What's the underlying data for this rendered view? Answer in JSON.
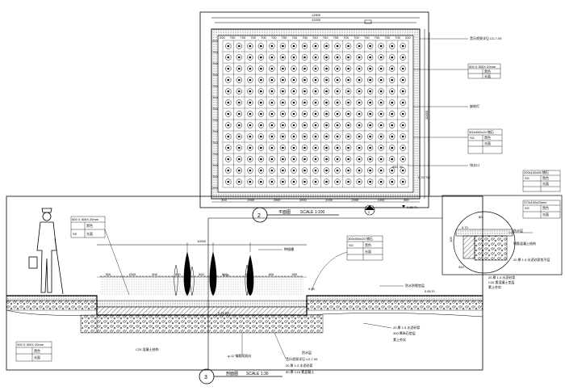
{
  "plan": {
    "width_dim_outer": "12800",
    "width_dim_inner": "12000",
    "height_dim_right": "10000",
    "height_dim_right_inner": "9600",
    "top_spacing_labels": [
      "200",
      "700",
      "700",
      "700",
      "700",
      "700",
      "700",
      "700",
      "700",
      "700",
      "700",
      "700",
      "700",
      "700",
      "700",
      "700",
      "700",
      "700",
      "200"
    ],
    "left_spacing_labels": [
      "200",
      "700",
      "700",
      "700",
      "700",
      "700",
      "700",
      "700",
      "700",
      "700",
      "700",
      "700",
      "700",
      "200"
    ],
    "bottom_dims": [
      "300",
      "2000",
      "2000",
      "2000",
      "2000",
      "2000",
      "1000",
      "300"
    ],
    "callout_fountain": "音乐喷泉详见 LD-7.09",
    "callout_fountain_tiny": "φ 19",
    "callout_left_tiny": "φ 12",
    "callout_stone_size": "500 X 500X 20mm",
    "callout_stone_rows": [
      [
        "",
        "黑色"
      ],
      [
        "",
        "光面"
      ]
    ],
    "callout_lamp": "嵌地灯",
    "callout_drain_table_title": "300x500x20 铺石",
    "callout_drain_rows": [
      [
        "SG",
        "黑色"
      ],
      [
        "",
        "光面"
      ]
    ],
    "callout_drain_label": "排水口",
    "marker_ffl_1": "0.70 TW",
    "marker_ffl_2": "0.65 FL",
    "marker_dim_plan": "850, 50",
    "marker_dim_plan_2": "0.75 TW",
    "marker_dim_plan_3": "0.65 FL",
    "center_marker": "2",
    "plan_title": "平面图",
    "plan_scale": "SCALE 1:100",
    "plan_number": "2"
  },
  "detail": {
    "table_title": "200x100x50 铺石",
    "rows": [
      [
        "SG",
        "黑色"
      ],
      [
        "",
        "光面"
      ]
    ],
    "size_label": "370x100x20mm",
    "size_rows": [
      [
        "SG",
        "黑色"
      ],
      [
        "",
        "光面"
      ]
    ],
    "level_top": "0.70",
    "level_dim": "100",
    "level_dim_2": "80",
    "level_dim_3": "300",
    "note_1": "防水层",
    "note_2": "20 厚 1:3 水泥砂浆",
    "note_3": "素土夯实",
    "note_4": "钢筋混凝土结构",
    "note_5": "20 厚 1:3 水泥砂浆找平层",
    "note_6": "C20 素混凝土垫层"
  },
  "section": {
    "stone_size_left": "500 X 500X 20mm",
    "stone_rows_left": [
      [
        "",
        "黑色"
      ],
      [
        "SK",
        "光面"
      ]
    ],
    "dim_top": "10000",
    "dim_sub": [
      "300",
      "1500",
      "500",
      "500",
      "500",
      "500",
      "500",
      "800",
      "300"
    ],
    "label_plant": "种植槽",
    "table_mid_title": "300x500x20 铺石",
    "table_mid_rows": [
      [
        "SG",
        "黑色"
      ],
      [
        "",
        "光面"
      ]
    ],
    "level_plant": "0.55",
    "level_bottom": "0.25 BP",
    "level_right_top": "0.55",
    "level_right": "0.65 FL",
    "callout_right_top": "防水防裂垫层",
    "callout_right_1": "20 厚 1:3 水泥砂浆",
    "callout_right_2": "300 厚碎石垫层",
    "callout_right_3": "素土夯实",
    "callout_bottom_left": "C25 混凝土结构",
    "callout_bottom_1": "φ 12 钢筋网双向",
    "callout_bottom_2": "音乐喷泉详见 LD-7.09",
    "callout_bottom_3": "20 厚 1:3 水泥砂浆",
    "callout_bottom_4": "50 厚 C15 素混凝土",
    "callout_bottom_5": "防水层",
    "stone_size_bottom_left": "300 X 500X 20mm",
    "stone_rows_bottom_left": [
      [
        "",
        "黑色"
      ],
      [
        "",
        "光面"
      ]
    ],
    "section_title": "剖面图",
    "section_scale": "SCALE 1:30",
    "section_number": "3",
    "section_marker": "2"
  }
}
